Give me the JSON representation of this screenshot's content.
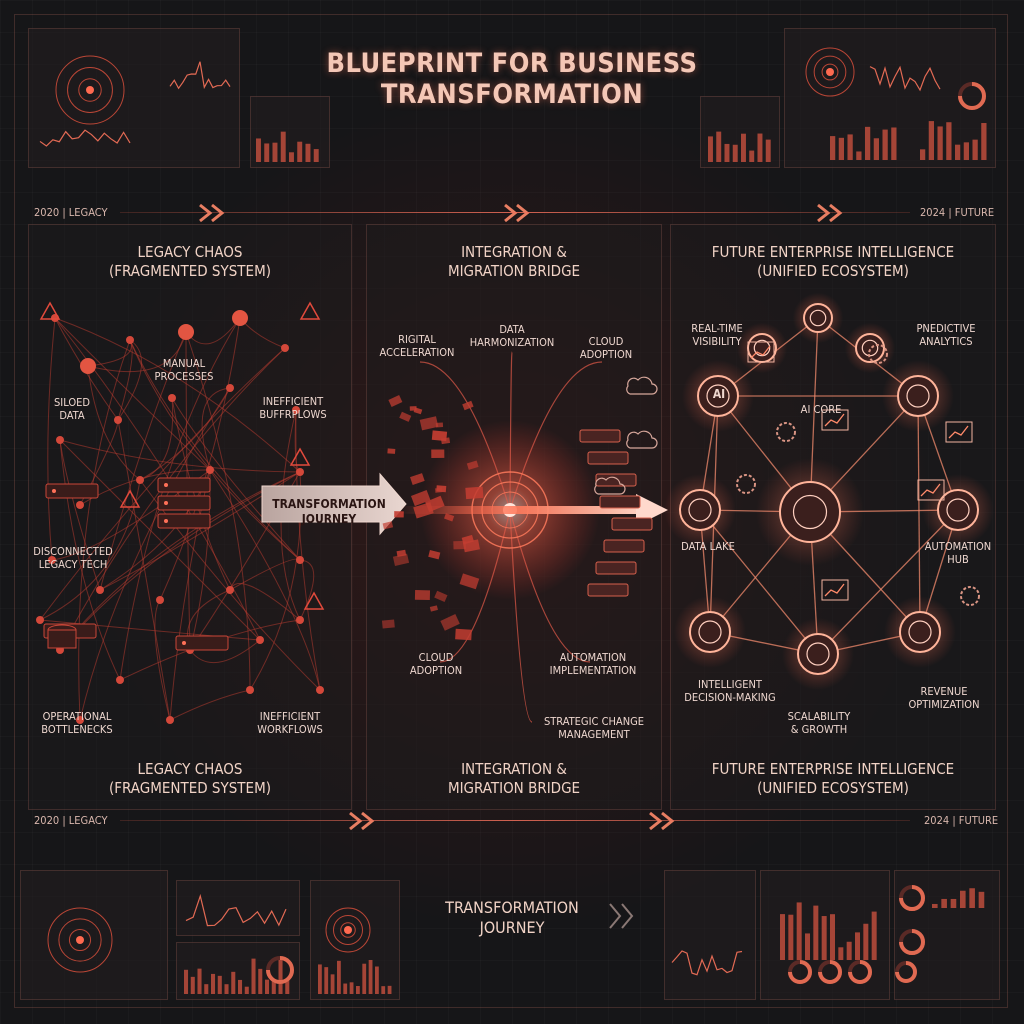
{
  "title": "BLUEPRINT FOR BUSINESS TRANSFORMATION",
  "timeline": {
    "start": "2020 | LEGACY",
    "end": "2024 | FUTURE"
  },
  "sections": {
    "legacy": {
      "line1": "LEGACY CHAOS",
      "line2": "(FRAGMENTED SYSTEM)"
    },
    "bridge": {
      "line1": "INTEGRATION &",
      "line2": "MIGRATION BRIDGE"
    },
    "future": {
      "line1": "FUTURE ENTERPRISE INTELLIGENCE",
      "line2": "(UNIFIED ECOSYSTEM)"
    }
  },
  "legacy_labels": {
    "manual": [
      "MANUAL",
      "PROCESSES"
    ],
    "siloed": [
      "SILOED",
      "DATA"
    ],
    "inefficient_top": [
      "INEFFICIENT",
      "BUFFRPLOWS"
    ],
    "disconnected": [
      "DISCONNECTED",
      "LEGACY TECH"
    ],
    "bottlenecks": [
      "OPERATIONAL",
      "BOTTLENECKS"
    ],
    "inefficient_bottom": [
      "INEFFICIENT",
      "WORKFLOWS"
    ]
  },
  "journey_arrow": [
    "TRANSFORMATION",
    "JOURNEY"
  ],
  "bridge_labels": {
    "digital": [
      "RIGITAL",
      "ACCELERATION"
    ],
    "data": [
      "DATA",
      "HARMONIZATION"
    ],
    "cloud_top": [
      "CLOUD",
      "ADOPTION"
    ],
    "cloud_bottom": [
      "CLOUD",
      "ADOPTION"
    ],
    "automation": [
      "AUTOMATION",
      "IMPLEMENTATION"
    ],
    "strategic": [
      "STRATEGIC CHANGE",
      "MANAGEMENT"
    ]
  },
  "future_labels": {
    "realtime": [
      "REAL-TIME",
      "VISIBILITY"
    ],
    "predictive": [
      "PNEDICTIVE",
      "ANALYTICS"
    ],
    "aicore": [
      "AI CORE"
    ],
    "ai_node": [
      "AI"
    ],
    "datalake": [
      "DATA LAKE"
    ],
    "automation_hub": [
      "AUTOMATION",
      "HUB"
    ],
    "intelligent": [
      "INTELLIGENT",
      "DECISION-MAKING"
    ],
    "scalability": [
      "SCALABILITY",
      "& GROWTH"
    ],
    "revenue": [
      "REVENUE",
      "OPTIMIZATION"
    ]
  },
  "bottom_journey": [
    "TRANSFORMATION",
    "JOURNEY"
  ],
  "colors": {
    "accent": "#ff5a45",
    "glow": "#ff8a6a",
    "background": "#161618"
  }
}
